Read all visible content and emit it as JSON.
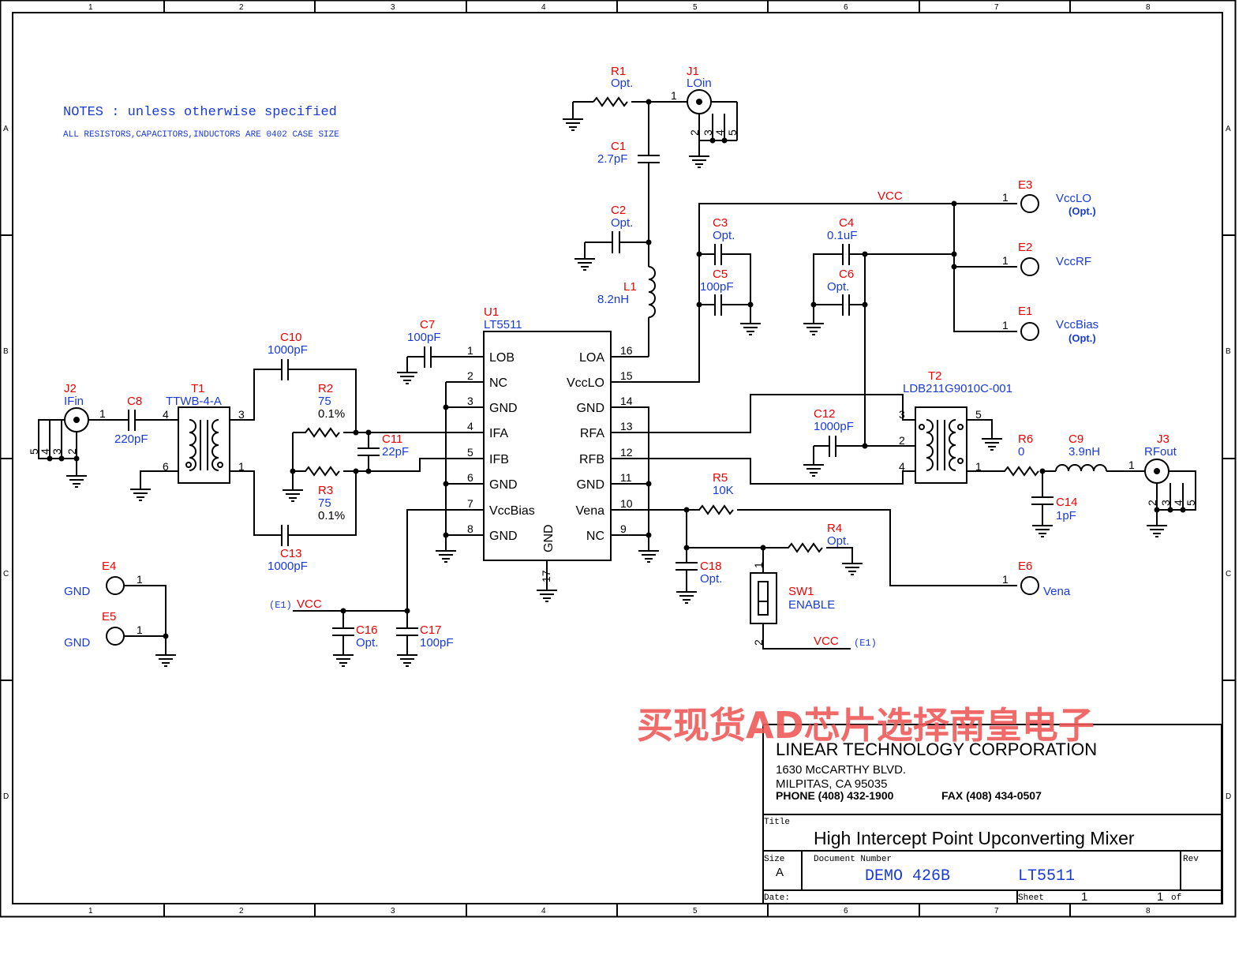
{
  "notes": {
    "title": "NOTES : unless otherwise specified",
    "line1": "ALL RESISTORS,CAPACITORS,INDUCTORS ARE 0402 CASE SIZE"
  },
  "border": {
    "cols": [
      "1",
      "2",
      "3",
      "4",
      "5",
      "6",
      "7",
      "8"
    ],
    "rows": [
      "A",
      "B",
      "C",
      "D"
    ]
  },
  "u1": {
    "ref": "U1",
    "value": "LT5511",
    "left_pins": [
      {
        "num": "1",
        "name": "LOB"
      },
      {
        "num": "2",
        "name": "NC"
      },
      {
        "num": "3",
        "name": "GND"
      },
      {
        "num": "4",
        "name": "IFA"
      },
      {
        "num": "5",
        "name": "IFB"
      },
      {
        "num": "6",
        "name": "GND"
      },
      {
        "num": "7",
        "name": "VccBias"
      },
      {
        "num": "8",
        "name": "GND"
      }
    ],
    "right_pins": [
      {
        "num": "16",
        "name": "LOA"
      },
      {
        "num": "15",
        "name": "VccLO"
      },
      {
        "num": "14",
        "name": "GND"
      },
      {
        "num": "13",
        "name": "RFA"
      },
      {
        "num": "12",
        "name": "RFB"
      },
      {
        "num": "11",
        "name": "GND"
      },
      {
        "num": "10",
        "name": "Vena"
      },
      {
        "num": "9",
        "name": "NC"
      }
    ],
    "bottom_pin": {
      "num": "17",
      "name": "GND"
    }
  },
  "parts": {
    "R1": {
      "ref": "R1",
      "value": "Opt."
    },
    "J1": {
      "ref": "J1",
      "value": "LOin"
    },
    "C1": {
      "ref": "C1",
      "value": "2.7pF"
    },
    "C2": {
      "ref": "C2",
      "value": "Opt."
    },
    "L1": {
      "ref": "L1",
      "value": "8.2nH"
    },
    "C3": {
      "ref": "C3",
      "value": "Opt."
    },
    "C5": {
      "ref": "C5",
      "value": "100pF"
    },
    "C4": {
      "ref": "C4",
      "value": "0.1uF"
    },
    "C6": {
      "ref": "C6",
      "value": "Opt."
    },
    "C7": {
      "ref": "C7",
      "value": "100pF"
    },
    "C10": {
      "ref": "C10",
      "value": "1000pF"
    },
    "C13": {
      "ref": "C13",
      "value": "1000pF"
    },
    "R2": {
      "ref": "R2",
      "value": "75",
      "tol": "0.1%"
    },
    "R3": {
      "ref": "R3",
      "value": "75",
      "tol": "0.1%"
    },
    "C11": {
      "ref": "C11",
      "value": "22pF"
    },
    "J2": {
      "ref": "J2",
      "value": "IFin"
    },
    "C8": {
      "ref": "C8",
      "value": "220pF"
    },
    "T1": {
      "ref": "T1",
      "value": "TTWB-4-A"
    },
    "T2": {
      "ref": "T2",
      "value": "LDB211G9010C-001"
    },
    "C12": {
      "ref": "C12",
      "value": "1000pF"
    },
    "R6": {
      "ref": "R6",
      "value": "0"
    },
    "C9": {
      "ref": "C9",
      "value": "3.9nH"
    },
    "J3": {
      "ref": "J3",
      "value": "RFout"
    },
    "C14": {
      "ref": "C14",
      "value": "1pF"
    },
    "R5": {
      "ref": "R5",
      "value": "10K"
    },
    "R4": {
      "ref": "R4",
      "value": "Opt."
    },
    "C18": {
      "ref": "C18",
      "value": "Opt."
    },
    "SW1": {
      "ref": "SW1",
      "value": "ENABLE"
    },
    "C16": {
      "ref": "C16",
      "value": "Opt."
    },
    "C17": {
      "ref": "C17",
      "value": "100pF"
    },
    "E1": {
      "ref": "E1",
      "value": "VccBias",
      "sub": "(Opt.)"
    },
    "E2": {
      "ref": "E2",
      "value": "VccRF"
    },
    "E3": {
      "ref": "E3",
      "value": "VccLO",
      "sub": "(Opt.)"
    },
    "E4": {
      "ref": "E4",
      "value": "GND"
    },
    "E5": {
      "ref": "E5",
      "value": "GND"
    },
    "E6": {
      "ref": "E6",
      "value": "Vena"
    }
  },
  "nets": {
    "vcc": "VCC",
    "e1_tag": "(E1)"
  },
  "title_block": {
    "company": "LINEAR TECHNOLOGY CORPORATION",
    "addr1": "1630 McCARTHY BLVD.",
    "addr2": "MILPITAS, CA  95035",
    "phone": "PHONE (408) 432-1900",
    "fax": "FAX (408) 434-0507",
    "title_label": "Title",
    "title": "High Intercept Point Upconverting Mixer",
    "size_label": "Size",
    "size": "A",
    "docnum_label": "Document Number",
    "docnum": "DEMO 426B",
    "part": "LT5511",
    "rev_label": "Rev",
    "date_label": "Date:",
    "sheet_label": "Sheet",
    "sheet": "1",
    "of_num": "1",
    "of_label": "of"
  },
  "watermark": "买现货AD芯片选择南皇电子"
}
